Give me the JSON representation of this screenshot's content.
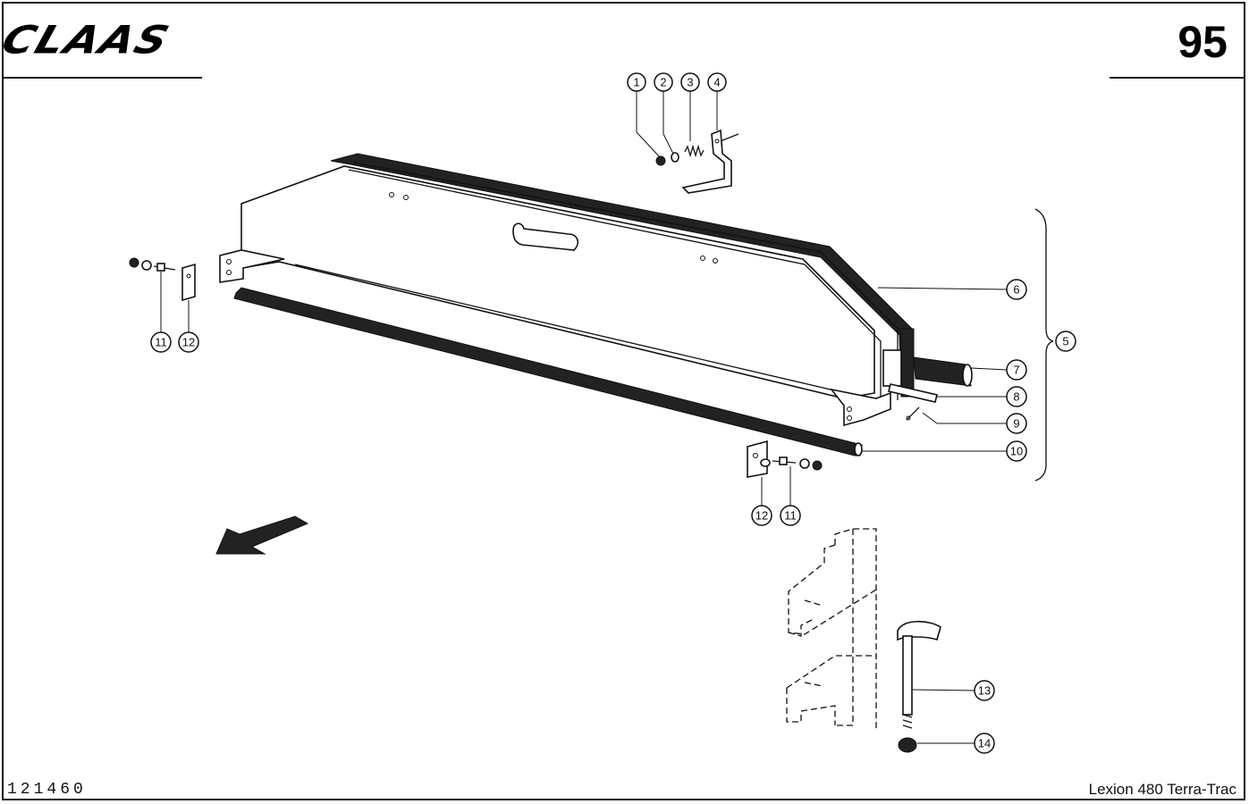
{
  "header": {
    "brand": "CLAAS",
    "page_number": "95"
  },
  "footer": {
    "drawing_number": "121460",
    "model": "Lexion 480 Terra-Trac"
  },
  "callouts": [
    {
      "id": "callout-1",
      "label": "1"
    },
    {
      "id": "callout-2",
      "label": "2"
    },
    {
      "id": "callout-3",
      "label": "3"
    },
    {
      "id": "callout-4",
      "label": "4"
    },
    {
      "id": "callout-5",
      "label": "5"
    },
    {
      "id": "callout-6",
      "label": "6"
    },
    {
      "id": "callout-7",
      "label": "7"
    },
    {
      "id": "callout-8",
      "label": "8"
    },
    {
      "id": "callout-9",
      "label": "9"
    },
    {
      "id": "callout-10",
      "label": "10"
    },
    {
      "id": "callout-11-left",
      "label": "11"
    },
    {
      "id": "callout-12-left",
      "label": "12"
    },
    {
      "id": "callout-12-right",
      "label": "12"
    },
    {
      "id": "callout-11-right",
      "label": "11"
    },
    {
      "id": "callout-13",
      "label": "13"
    },
    {
      "id": "callout-14",
      "label": "14"
    }
  ]
}
